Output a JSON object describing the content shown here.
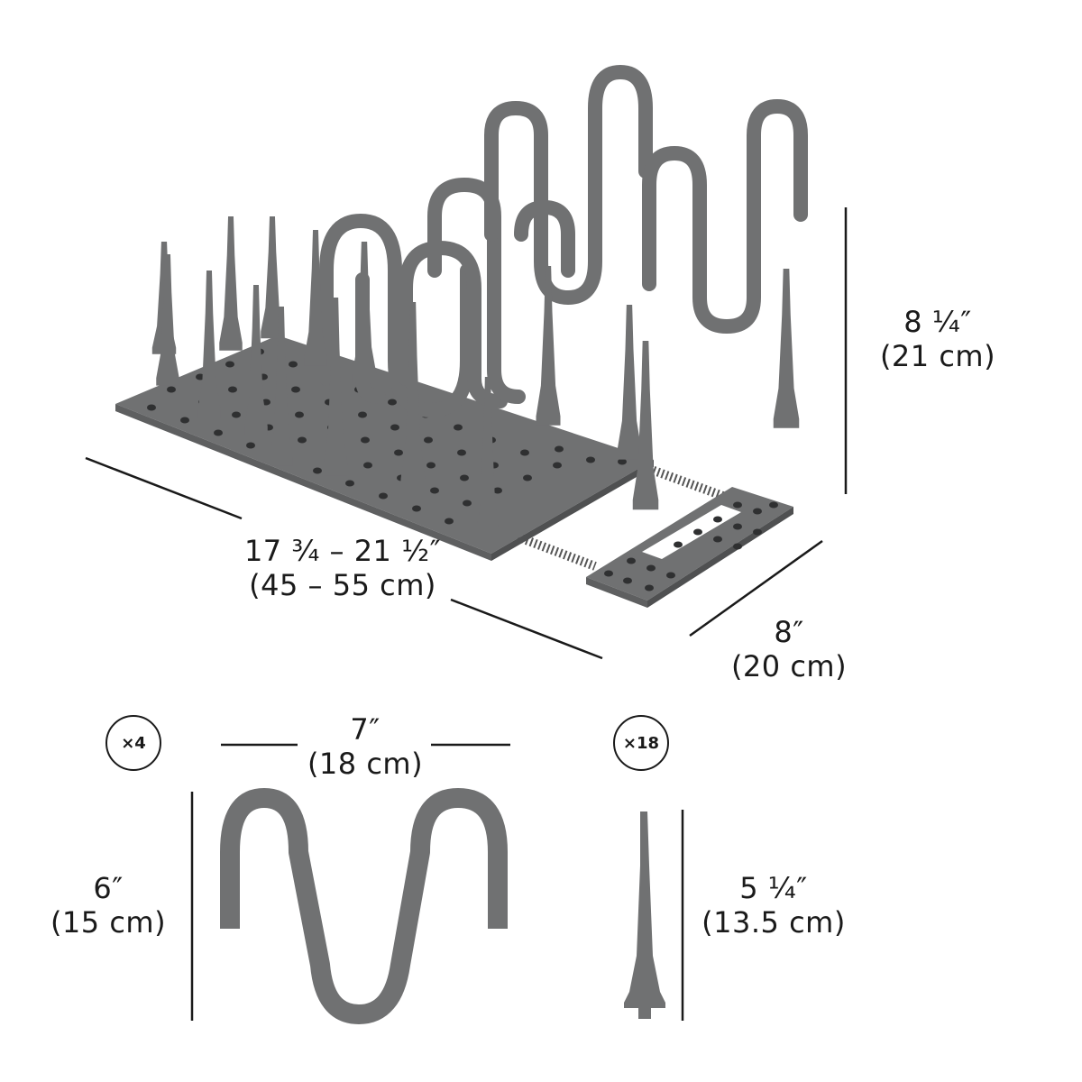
{
  "colors": {
    "part": "#707172",
    "part_dark": "#5e5f60",
    "hole": "#2f3031",
    "line": "#1a1a1a",
    "background": "#ffffff"
  },
  "dimensions": {
    "rack_height": {
      "imperial": "8 ¼″",
      "metric": "(21 cm)"
    },
    "rack_length": {
      "imperial": "17 ¾ – 21 ½″",
      "metric": "(45 – 55 cm)"
    },
    "rack_depth": {
      "imperial": "8″",
      "metric": "(20 cm)"
    },
    "divider_width": {
      "imperial": "7″",
      "metric": "(18 cm)"
    },
    "divider_height": {
      "imperial": "6″",
      "metric": "(15 cm)"
    },
    "peg_height": {
      "imperial": "5 ¼″",
      "metric": "(13.5 cm)"
    }
  },
  "quantities": {
    "dividers": "×4",
    "pegs": "×18"
  },
  "icons": [
    "assembled-rack",
    "s-shaped-divider",
    "tapered-peg"
  ]
}
